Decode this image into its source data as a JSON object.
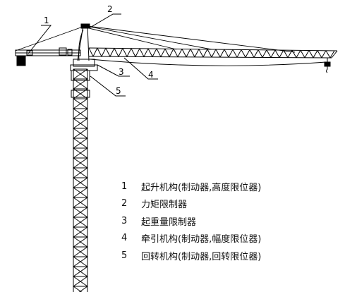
{
  "callouts": [
    "1",
    "2",
    "3",
    "4",
    "5"
  ],
  "legend": [
    {
      "num": "1",
      "text": "起升机构(制动器,高度限位器)"
    },
    {
      "num": "2",
      "text": "力矩限制器"
    },
    {
      "num": "3",
      "text": "起重量限制器"
    },
    {
      "num": "4",
      "text": "牵引机构(制动器,幅度限位器)"
    },
    {
      "num": "5",
      "text": "回转机构(制动器,回转限位器)"
    }
  ]
}
